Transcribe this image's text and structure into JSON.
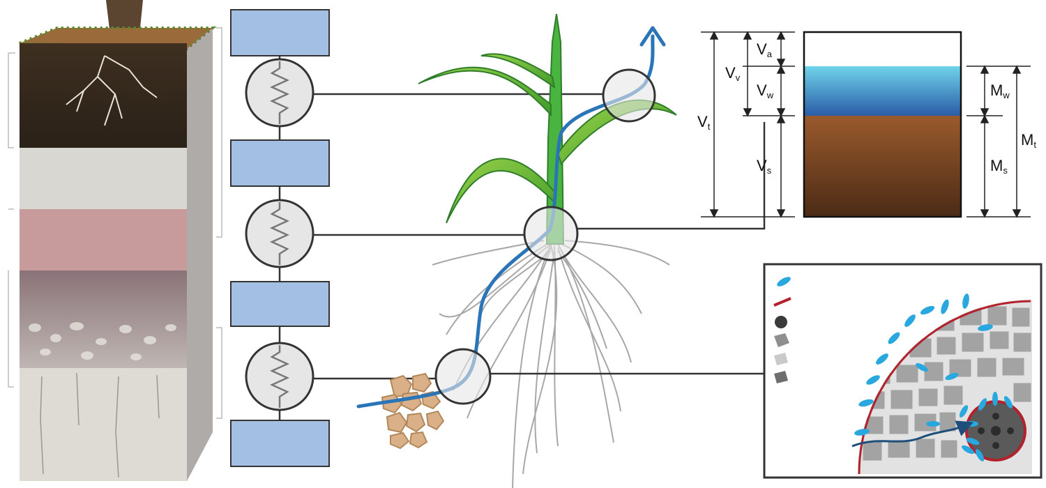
{
  "volume_labels": {
    "Va": {
      "main": "V",
      "sub": "a"
    },
    "Vv": {
      "main": "V",
      "sub": "v"
    },
    "Vw": {
      "main": "V",
      "sub": "w"
    },
    "Vt": {
      "main": "V",
      "sub": "t"
    },
    "Vs": {
      "main": "V",
      "sub": "s"
    }
  },
  "mass_labels": {
    "Mw": {
      "main": "M",
      "sub": "w"
    },
    "Mt": {
      "main": "M",
      "sub": "t"
    },
    "Ms": {
      "main": "M",
      "sub": "s"
    }
  },
  "phase_colors": {
    "air": "#ffffff",
    "water_top": "#6fd3ea",
    "water_bottom": "#2a5da8",
    "solid_top": "#9a5a2c",
    "solid_bottom": "#4b2b16"
  },
  "resistor_box_color": "#a3bfe3",
  "water_path_color": "#2a74b8",
  "legend_swatch_colors": [
    "#29a8e0",
    "#b3212d",
    "#3a3a3a",
    "#8f8f8f",
    "#c9c9c9",
    "#6e6e6e"
  ]
}
